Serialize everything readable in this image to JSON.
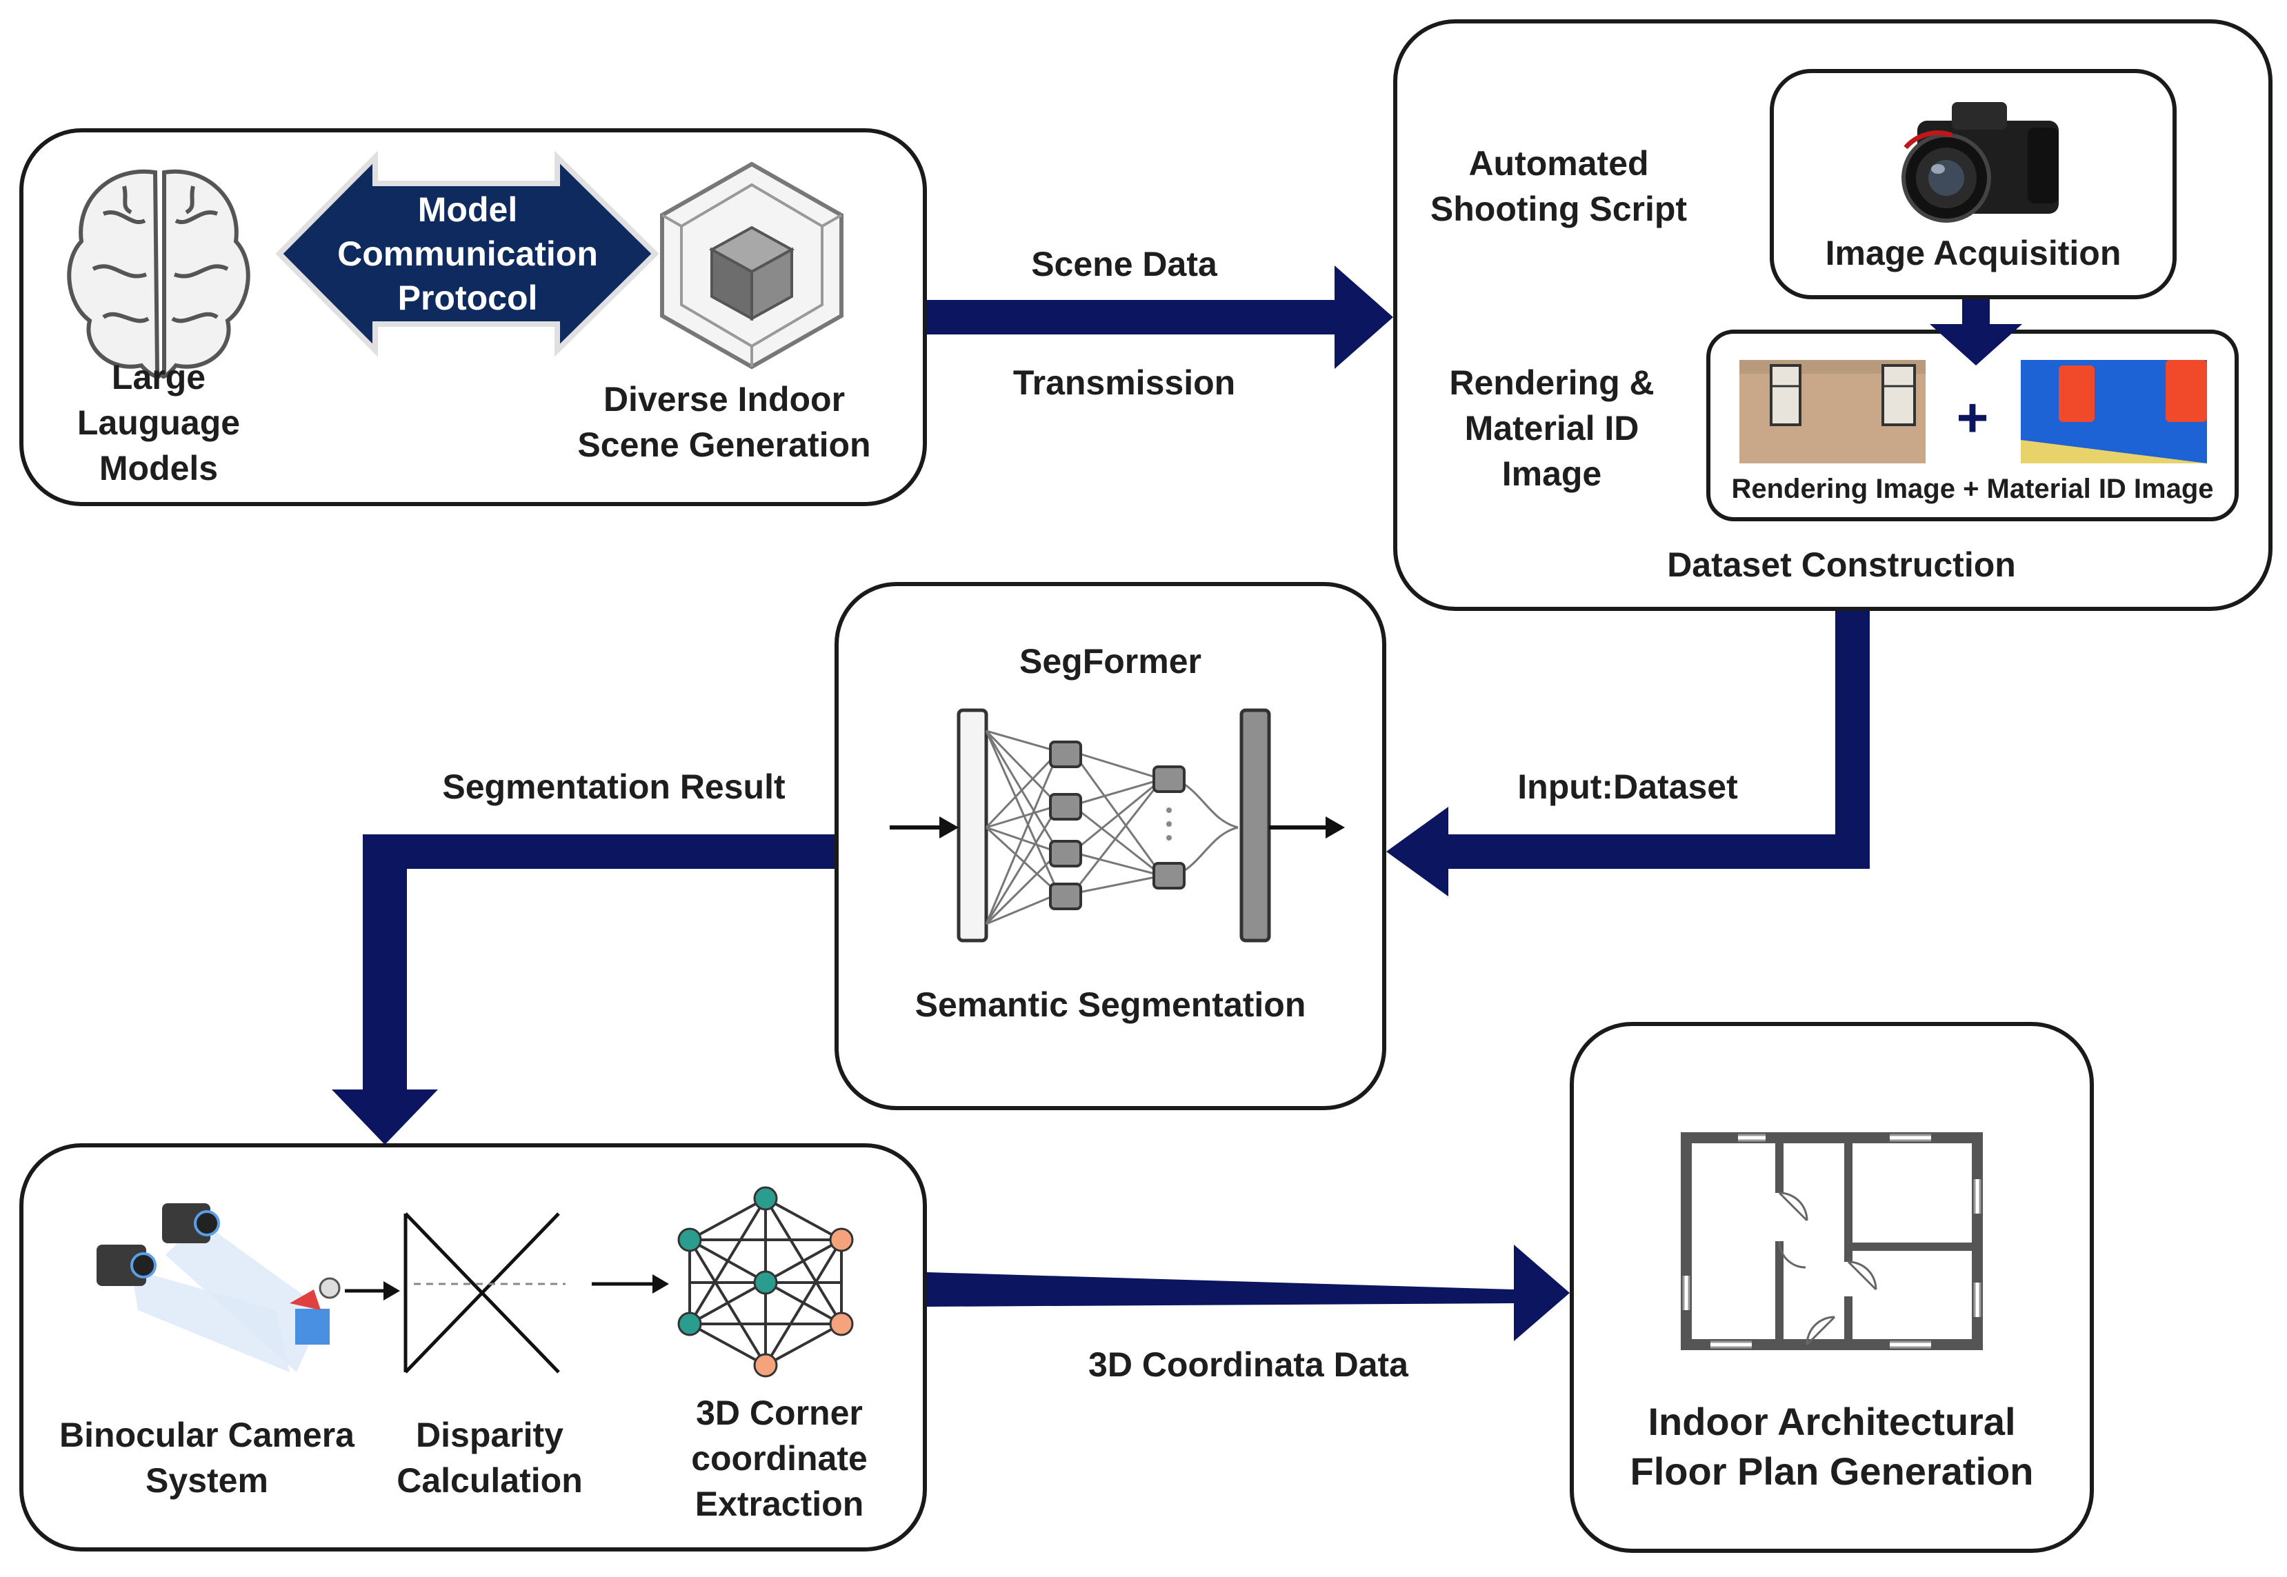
{
  "llm_panel": {
    "llm_label": "Large\nLauguage\nModels",
    "protocol_label": "Model\nCommunication\nProtocol",
    "scene_gen_label": "Diverse Indoor\nScene Generation"
  },
  "scene_transfer": {
    "top_label": "Scene Data",
    "bottom_label": "Transmission"
  },
  "dataset_panel": {
    "script_label": "Automated\nShooting Script",
    "acquisition_label": "Image Acquisition",
    "render_label": "Rendering &\nMaterial ID\nImage",
    "plus_sign": "+",
    "caption": "Rendering Image + Material ID Image",
    "title": "Dataset Construction"
  },
  "input_label": "Input:Dataset",
  "segformer_panel": {
    "title": "SegFormer",
    "subtitle": "Semantic Segmentation"
  },
  "seg_result_label": "Segmentation Result",
  "stereo_panel": {
    "camera_label": "Binocular Camera\nSystem",
    "disparity_label": "Disparity\nCalculation",
    "corner_label": "3D Corner\ncoordinate\nExtraction"
  },
  "coord_label": "3D Coordinata Data",
  "floorplan_panel": {
    "title": "Indoor Architectural\nFloor Plan Generation"
  },
  "colors": {
    "arrow": "#0b1560",
    "protocol_fill": "#0f2a5e",
    "node_teal": "#2a9d8f",
    "node_orange": "#f4a37c",
    "material_blue": "#1e63d6",
    "material_red": "#f04a2a",
    "material_yellow": "#e8d36a"
  }
}
